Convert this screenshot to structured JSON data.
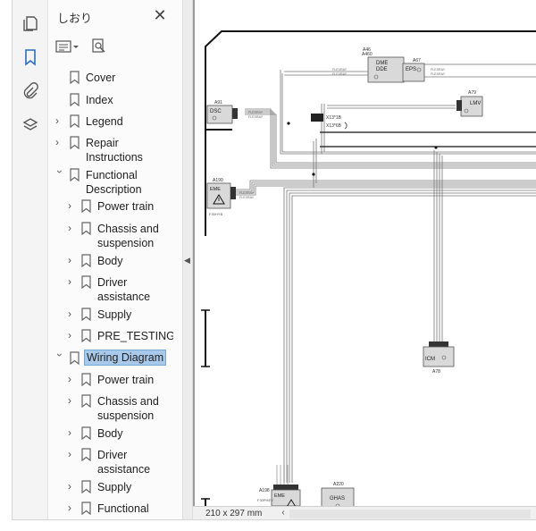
{
  "panel": {
    "title": "しおり",
    "close_glyph": "✕"
  },
  "icons": {
    "pages": "pages-icon",
    "bookmarks": "bookmark-icon",
    "attachments": "paperclip-icon",
    "layers": "layers-icon",
    "options": "list-options-icon",
    "find": "find-bookmark-icon"
  },
  "tree": {
    "cover": "Cover",
    "index": "Index",
    "legend": "Legend",
    "repair1": "Repair",
    "repair2": "Instructions",
    "func1": "Functional",
    "func2": "Description",
    "power_train": "Power train",
    "chassis1": "Chassis and",
    "chassis2": "suspension",
    "body": "Body",
    "driver1": "Driver",
    "driver2": "assistance",
    "supply": "Supply",
    "pre_testing": "PRE_TESTING",
    "wiring": "Wiring Diagram",
    "w_power_train": "Power train",
    "w_chassis1": "Chassis and",
    "w_chassis2": "suspension",
    "w_body": "Body",
    "w_driver1": "Driver",
    "w_driver2": "assistance",
    "w_supply": "Supply",
    "w_functional": "Functional"
  },
  "status": {
    "page_size": "210 x 297 mm"
  },
  "diagram": {
    "a46": "A46",
    "a46b": "A460",
    "dme_dde1": "DME",
    "dme_dde2": "DDE",
    "a67": "A67",
    "eps": "EPS",
    "a79": "A79",
    "lmv": "LMV",
    "a91": "A91",
    "dsc": "DSC",
    "a190": "A190",
    "eme": "EME",
    "f30phr": "F30HYB",
    "x13": "X13*1B",
    "x13b": "X13*6B",
    "icm": "ICM",
    "a78": "A78",
    "a198": "A198",
    "eme2": "EME",
    "f30b": "F30PHEV",
    "a220": "A220",
    "ghas": "GHAS",
    "flexray": "FLEXRAY"
  }
}
